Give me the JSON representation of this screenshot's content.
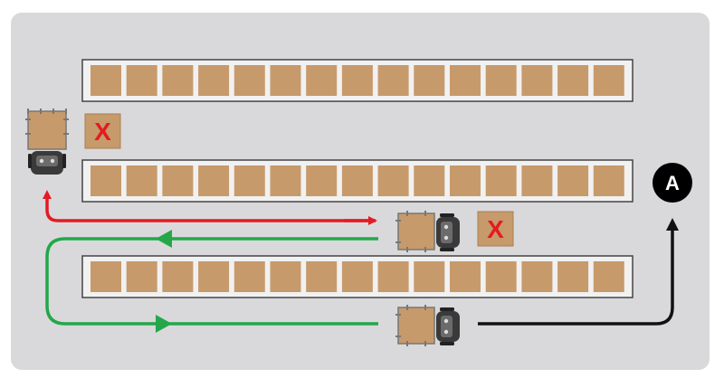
{
  "colors": {
    "floor": "#d9d9db",
    "shelf_fill": "#f1f1f1",
    "shelf_border": "#444444",
    "box": "#c79a6b",
    "box_border": "#a97d52",
    "blocked_mark": "#e31b23",
    "path_blocked": "#e31b23",
    "path_return": "#23a74a",
    "path_exit": "#111111",
    "robot_body": "#3a3a3a",
    "destination_fill": "#000000",
    "destination_text": "#ffffff"
  },
  "shelves": [
    {
      "id": "shelf-top",
      "bins": 15
    },
    {
      "id": "shelf-middle",
      "bins": 15
    },
    {
      "id": "shelf-bottom",
      "bins": 15
    }
  ],
  "blocked_boxes": [
    {
      "id": "blocked-box-left",
      "mark": "X"
    },
    {
      "id": "blocked-box-right",
      "mark": "X"
    }
  ],
  "robots": [
    {
      "id": "robot-left-aisle",
      "carrying_box": true,
      "orientation": "down"
    },
    {
      "id": "robot-center-aisle",
      "carrying_box": true,
      "orientation": "right"
    },
    {
      "id": "robot-bottom",
      "carrying_box": true,
      "orientation": "right"
    }
  ],
  "paths": [
    {
      "id": "blocked-route",
      "color_key": "path_blocked",
      "arrowheads": 2
    },
    {
      "id": "reroute",
      "color_key": "path_return",
      "arrowheads": 2
    },
    {
      "id": "exit-route",
      "color_key": "path_exit",
      "arrowheads": 1
    }
  ],
  "destination": {
    "label": "A"
  }
}
